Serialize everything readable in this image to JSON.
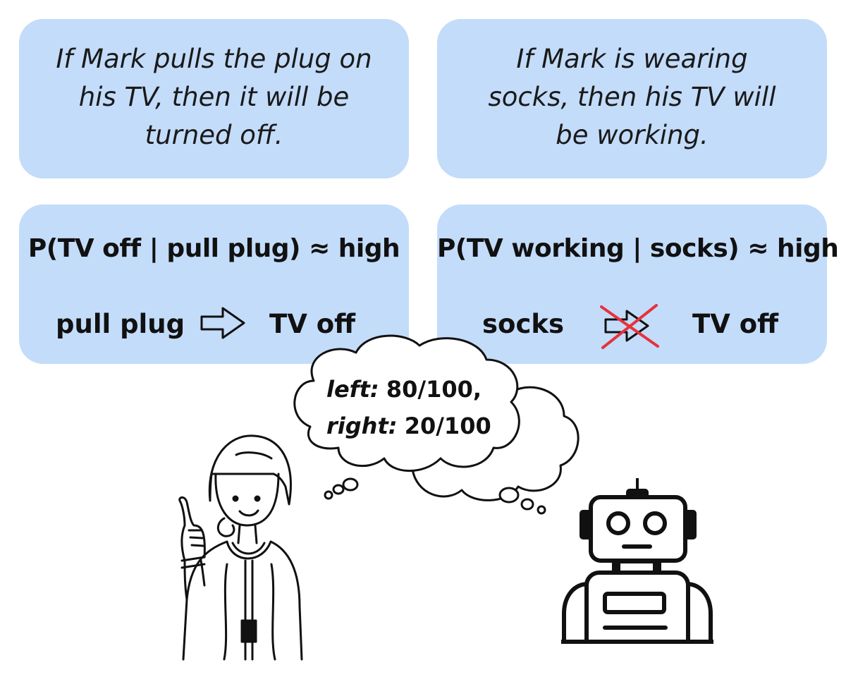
{
  "cards": {
    "top_left": {
      "lines": [
        "If Mark pulls the plug on",
        "his TV, then it will be",
        "turned off."
      ]
    },
    "top_right": {
      "lines": [
        "If Mark is wearing",
        "socks, then his TV will",
        "be working."
      ]
    },
    "bottom_left": {
      "formula": "P(TV off | pull plug) ≈ high",
      "cause": "pull plug",
      "effect": "TV off",
      "arrow": "arrow-icon"
    },
    "bottom_right": {
      "formula": "P(TV working | socks) ≈ high",
      "cause": "socks",
      "effect": "TV off",
      "arrow": "crossed-arrow-icon"
    }
  },
  "thought": {
    "left_key": "left:",
    "left_value": "80/100,",
    "right_key": "right:",
    "right_value": "20/100"
  },
  "colors": {
    "card_bg": "#c3dcfa",
    "cross": "#e8313b",
    "ink": "#111111"
  }
}
